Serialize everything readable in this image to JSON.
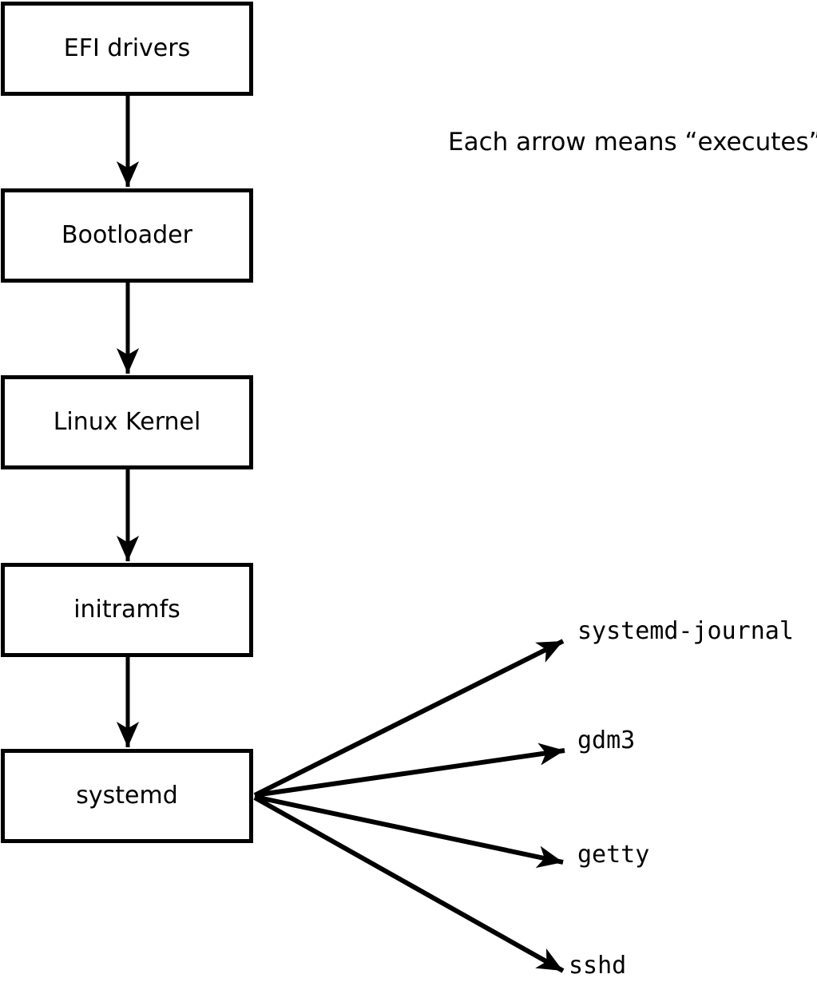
{
  "note": {
    "text": "Each arrow means “executes”."
  },
  "boxes": [
    {
      "label": "EFI drivers"
    },
    {
      "label": "Bootloader"
    },
    {
      "label": "Linux Kernel"
    },
    {
      "label": "initramfs"
    },
    {
      "label": "systemd"
    }
  ],
  "services": [
    {
      "label": "systemd-journal"
    },
    {
      "label": "gdm3"
    },
    {
      "label": "getty"
    },
    {
      "label": "sshd"
    }
  ],
  "colors": {
    "line": "#000000",
    "box_fill": "#ffffff",
    "text": "#000000",
    "background": "#ffffff"
  }
}
